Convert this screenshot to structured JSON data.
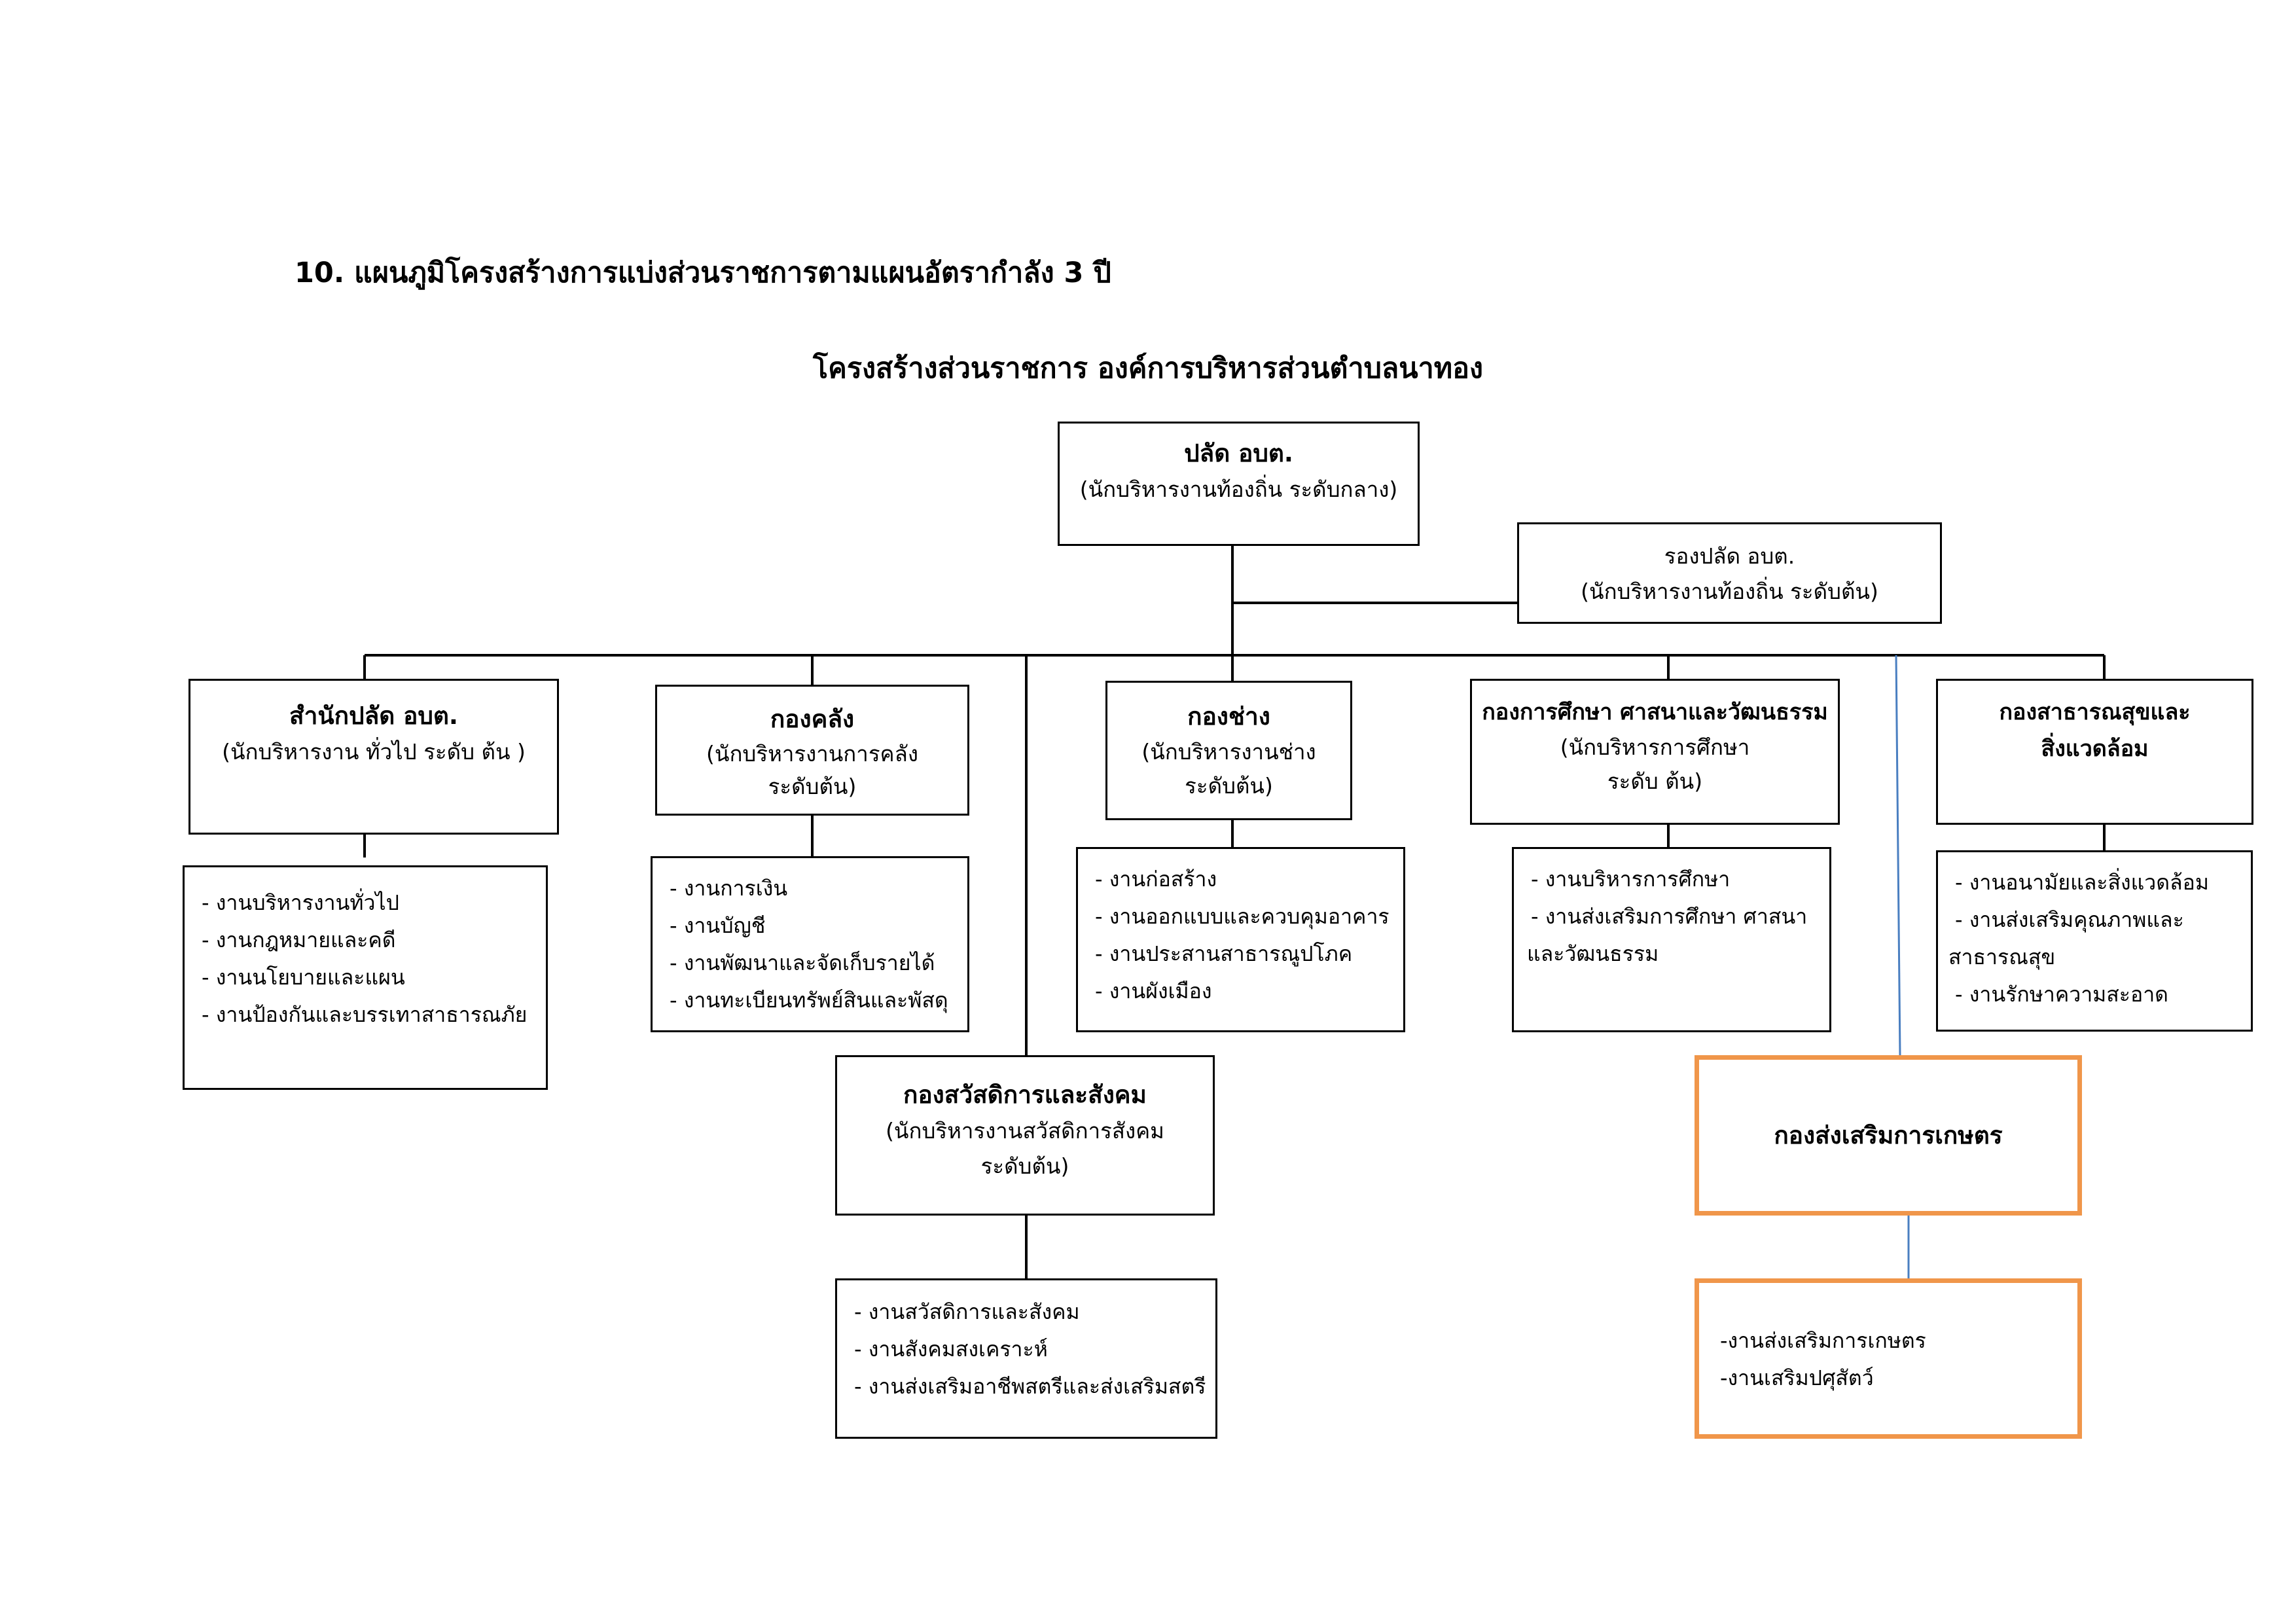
{
  "heading": "10.  แผนภูมิโครงสร้างการแบ่งส่วนราชการตามแผนอัตรากำลัง  3  ปี",
  "title": "โครงสร้างส่วนราชการ องค์การบริหารส่วนตำบลนาทอง",
  "top": {
    "name": "ปลัด อบต.",
    "sub": "(นักบริหารงานท้องถิ่น ระดับกลาง)"
  },
  "deputy": {
    "name": "รองปลัด อบต.",
    "sub": "(นักบริหารงานท้องถิ่น ระดับต้น)"
  },
  "units": [
    {
      "name": "สำนักปลัด อบต.",
      "sub": "(นักบริหารงาน ทั่วไป ระดับ ต้น )",
      "tasks": [
        "- งานบริหารงานทั่วไป",
        "- งานกฎหมายและคดี",
        "- งานนโยบายและแผน",
        "- งานป้องกันและบรรเทาสาธารณภัย"
      ]
    },
    {
      "name": "กองคลัง",
      "sub": "(นักบริหารงานการคลัง\nระดับต้น)",
      "tasks": [
        "- งานการเงิน",
        "- งานบัญชี",
        "- งานพัฒนาและจัดเก็บรายได้",
        "- งานทะเบียนทรัพย์สินและพัสดุ"
      ]
    },
    {
      "name": "กองช่าง",
      "sub": "(นักบริหารงานช่าง\nระดับต้น)",
      "tasks": [
        "- งานก่อสร้าง",
        "- งานออกแบบและควบคุมอาคาร",
        "- งานประสานสาธารณูปโภค",
        "- งานผังเมือง"
      ]
    },
    {
      "name": "กองการศึกษา ศาสนาและวัฒนธรรม",
      "sub": "(นักบริหารการศึกษา\nระดับ ต้น)",
      "tasks": [
        "- งานบริหารการศึกษา",
        "- งานส่งเสริมการศึกษา ศาสนา",
        "และวัฒนธรรม"
      ]
    },
    {
      "name": "กองสาธารณสุขและ\nสิ่งแวดล้อม",
      "sub": "",
      "tasks": [
        "- งานอนามัยและสิ่งแวดล้อม",
        "- งานส่งเสริมคุณภาพและ",
        "สาธารณสุข",
        "- งานรักษาความสะอาด"
      ]
    },
    {
      "name": "กองสวัสดิการและสังคม",
      "sub": "(นักบริหารงานสวัสดิการสังคม\nระดับต้น)",
      "tasks": [
        "- งานสวัสดิการและสังคม",
        "- งานสังคมสงเคราะห์",
        "- งานส่งเสริมอาชีพสตรีและส่งเสริมสตรี"
      ]
    },
    {
      "name": "กองส่งเสริมการเกษตร",
      "sub": "",
      "tasks": [
        "-งานส่งเสริมการเกษตร",
        "-งานเสริมปศุสัตว์"
      ]
    }
  ],
  "colors": {
    "highlight_border": "#f0964a",
    "blue_line": "#4a7fc1",
    "line": "#000000"
  }
}
